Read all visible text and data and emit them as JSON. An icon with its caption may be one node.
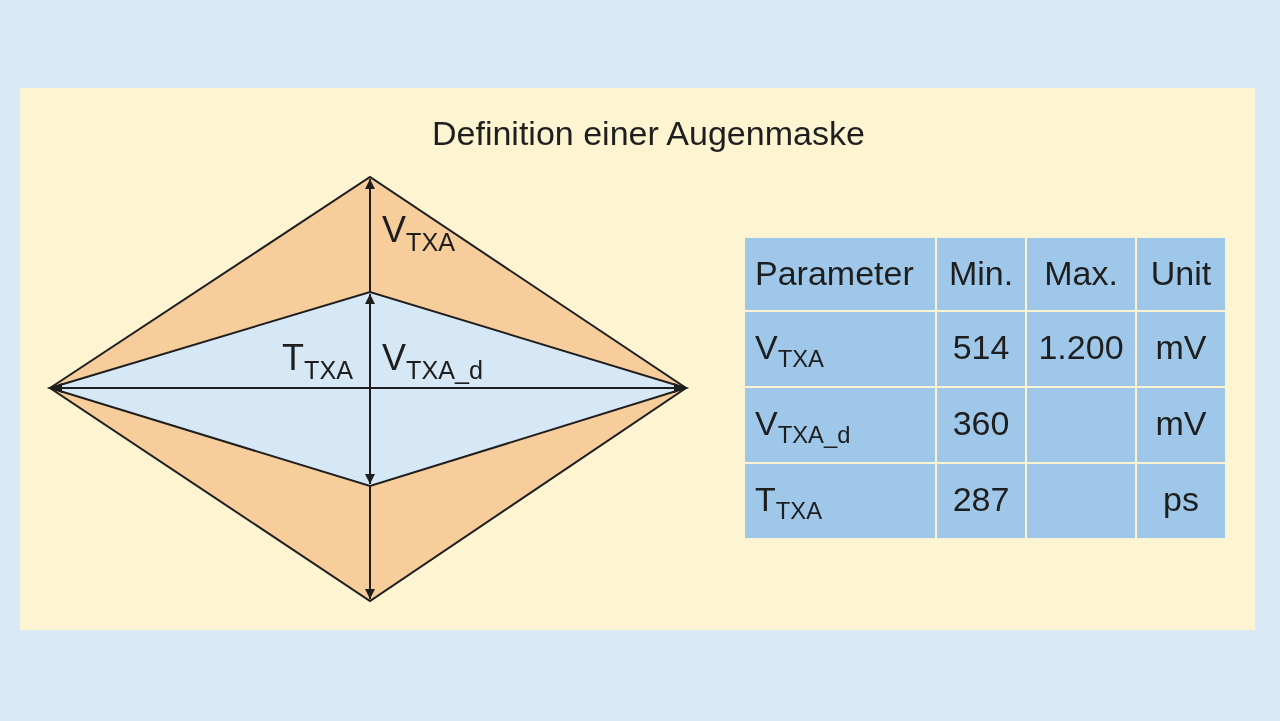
{
  "diagram": {
    "title": "Definition einer Augenmaske",
    "labels": [
      "V$_{TXA}$",
      "T$_{TXA}$",
      "V$_{TXA_d}$",
      "Parameter",
      "Min.",
      "Max.",
      "Unit",
      "V$_{TXA}$",
      "514",
      "1.200",
      "mV",
      "V$_{TXA_d}$",
      "360",
      "mV",
      "T$_{TXA}$",
      "287",
      "ps"
    ]
  }
}
